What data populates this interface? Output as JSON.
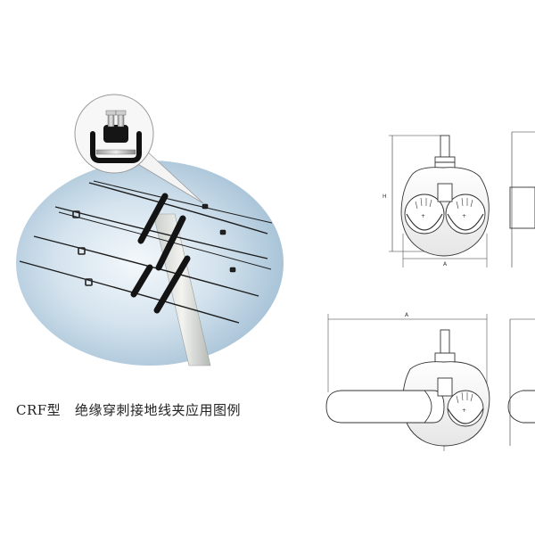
{
  "caption": {
    "model": "CRF型",
    "description": "绝缘穿刺接地线夹应用图例"
  },
  "dimensions": {
    "height_label": "H",
    "width_label": "A",
    "width_label_2": "A"
  },
  "icons": [
    "clamp-closeup-icon",
    "utility-pole-icon"
  ]
}
